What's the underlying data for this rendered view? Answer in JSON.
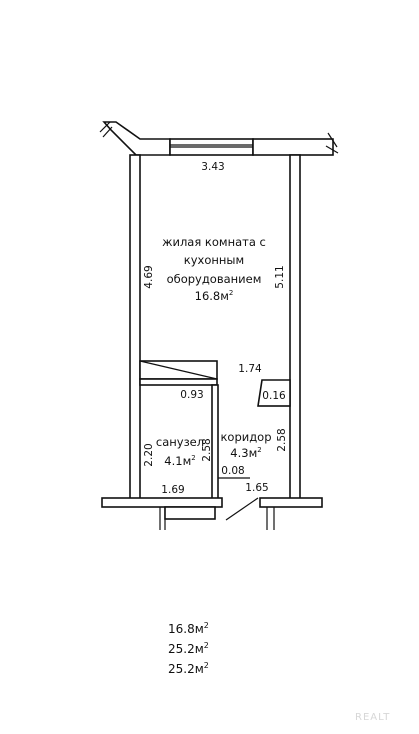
{
  "rooms": {
    "living": {
      "line1": "жилая комната с",
      "line2": "кухонным",
      "line3": "оборудованием",
      "area": "16.8м",
      "area_sup": "2"
    },
    "bathroom": {
      "name": "санузел",
      "area": "4.1м",
      "area_sup": "2"
    },
    "corridor": {
      "name": "коридор",
      "area": "4.3м",
      "area_sup": "2"
    }
  },
  "dimensions": {
    "top_width": "3.43",
    "living_left": "4.69",
    "living_right": "5.11",
    "corridor_top": "1.74",
    "bath_width_top": "0.93",
    "niche": "0.16",
    "bath_height": "2.20",
    "bath_right": "2.58",
    "corridor_right": "2.58",
    "gap": "0.08",
    "bath_width_bottom": "1.69",
    "corridor_width_bottom": "1.65"
  },
  "summary": [
    {
      "value": "16.8м",
      "sup": "2"
    },
    {
      "value": "25.2м",
      "sup": "2"
    },
    {
      "value": "25.2м",
      "sup": "2"
    }
  ],
  "watermark": "REALT"
}
